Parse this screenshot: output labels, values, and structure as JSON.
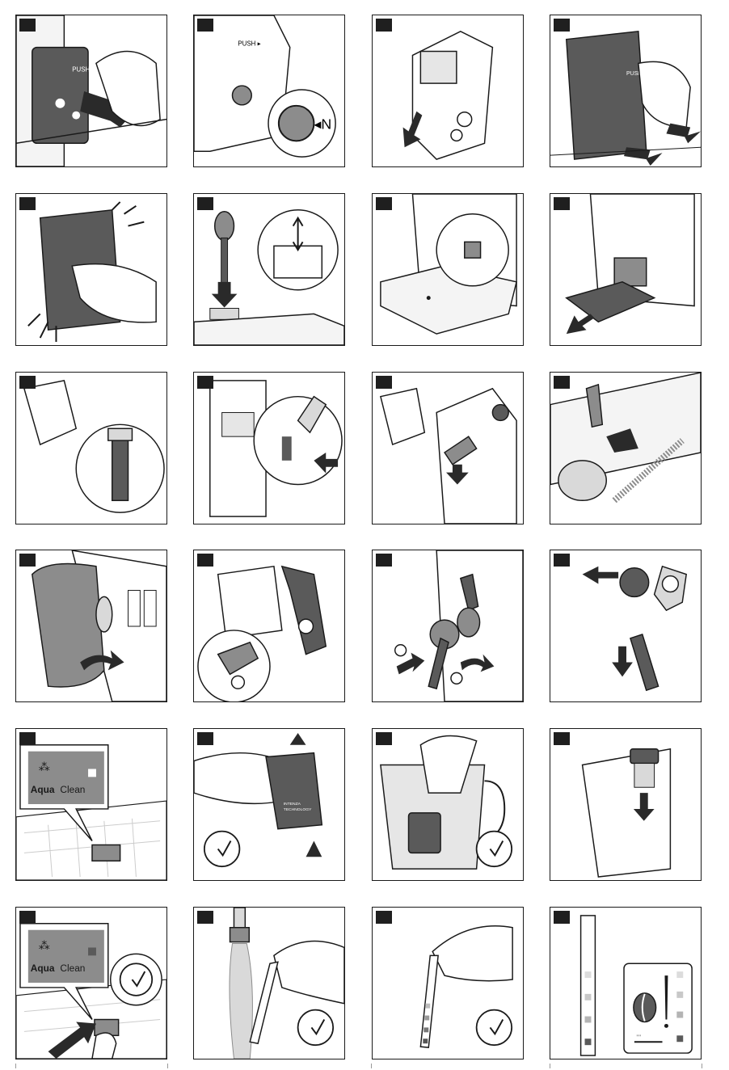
{
  "labels": {
    "push": "PUSH",
    "push_arrow": "PUSH ▸",
    "n_marker": "◂N",
    "aqua": "Aqua",
    "clean": "Clean",
    "filter_text_1": "INTENZA",
    "filter_text_2": "TECHNOLOGY"
  },
  "colors": {
    "line": "#1a1a1a",
    "gray_dark": "#5a5a5a",
    "gray_mid": "#8c8c8c",
    "gray_light": "#d9d9d9",
    "gray_bg": "#eeeeee"
  }
}
